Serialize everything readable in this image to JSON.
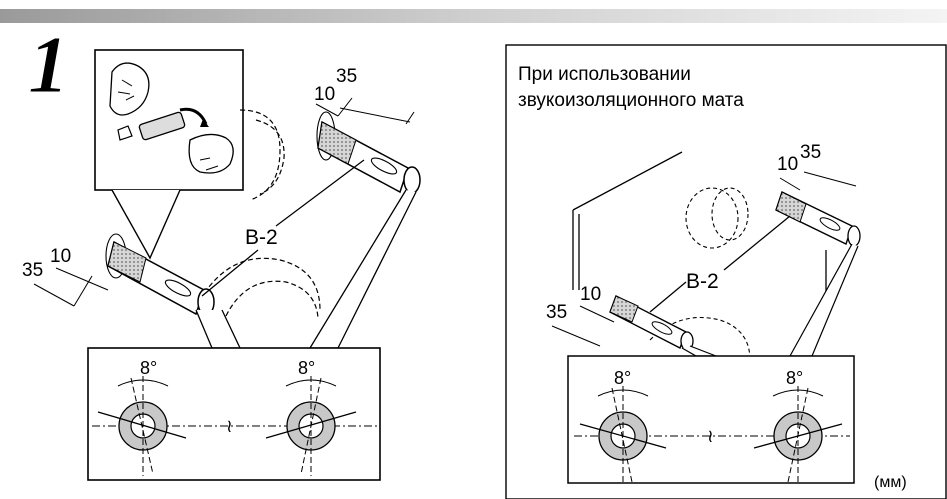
{
  "step_number": "1",
  "left_panel": {
    "part_label": "B-2",
    "dim_inner": "10",
    "dim_outer": "35",
    "angle_left": "8°",
    "angle_right": "8°"
  },
  "right_panel": {
    "caption_line1": "При использовании",
    "caption_line2": "звукоизоляционного мата",
    "part_label": "B-2",
    "dim_inner": "10",
    "dim_outer": "35",
    "angle_left": "8°",
    "angle_right": "8°",
    "unit": "(мм)"
  },
  "colors": {
    "header_bar": "#b8b8b8",
    "disc_fill": "#c8c8c8",
    "rod_fill": "#ffffff",
    "thread_fill": "#bcbcbc"
  }
}
